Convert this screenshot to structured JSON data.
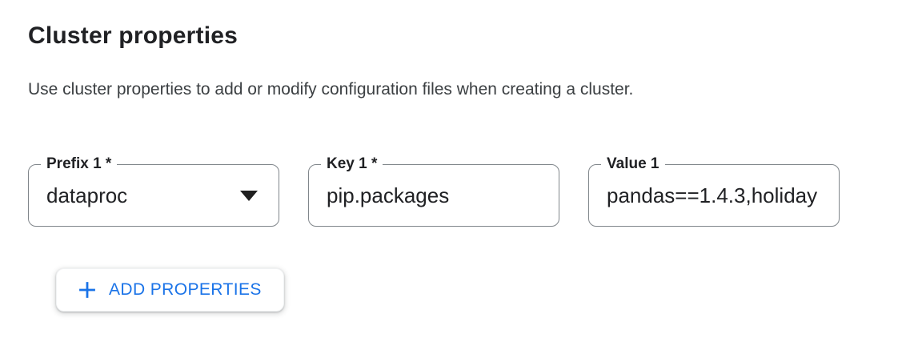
{
  "page": {
    "title": "Cluster properties",
    "description": "Use cluster properties to add or modify configuration files when creating a cluster."
  },
  "fields": {
    "prefix": {
      "label": "Prefix 1 *",
      "value": "dataproc",
      "type": "dropdown",
      "icon": "arrow-drop-down-icon"
    },
    "key": {
      "label": "Key 1 *",
      "value": "pip.packages",
      "type": "text"
    },
    "value": {
      "label": "Value 1",
      "value": "pandas==1.4.3,holiday",
      "type": "text"
    }
  },
  "buttons": {
    "add_properties": {
      "label": "ADD PROPERTIES",
      "icon": "plus-icon"
    }
  },
  "colors": {
    "accent_blue": "#1a73e8",
    "text_primary": "#202124",
    "text_secondary": "#3c4043",
    "field_border": "#80868b"
  }
}
